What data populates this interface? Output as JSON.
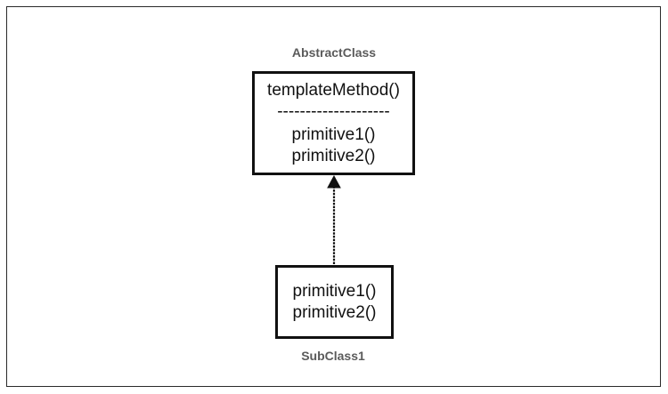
{
  "abstract_class": {
    "name": "AbstractClass",
    "methods": {
      "template": "templateMethod()",
      "separator": "--------------------",
      "primitive1": "primitive1()",
      "primitive2": "primitive2()"
    }
  },
  "sub_class": {
    "name": "SubClass1",
    "methods": {
      "primitive1": "primitive1()",
      "primitive2": "primitive2()"
    }
  }
}
